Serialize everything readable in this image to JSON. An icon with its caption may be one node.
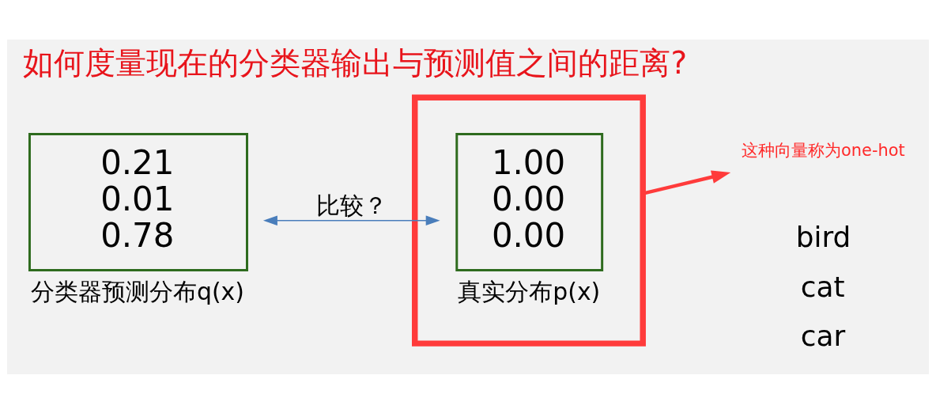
{
  "diagram": {
    "title": "如何度量现在的分类器输出与预测值之间的距离?",
    "nodes": [
      {
        "text": [
          "0.21",
          "0.01",
          "0.78"
        ],
        "beside": [
          "分类器预测分布q(x)"
        ]
      },
      {
        "text": [],
        "shape": "box"
      },
      {
        "text": [
          "1.00",
          "0.00",
          "0.00"
        ],
        "in": 1,
        "beside": [
          "真实分布p(x)"
        ]
      },
      {
        "text": [
          "这种向量称为one-hot"
        ]
      }
    ],
    "edges": [
      {
        "from": 0,
        "to": 2,
        "arrow": "both",
        "label": "比较？"
      },
      {
        "from": 1,
        "to": 3,
        "arrow": "to",
        "style": "thick",
        "color": "#ff3b3b"
      }
    ],
    "labels": [
      "bird",
      "cat",
      "car"
    ]
  }
}
